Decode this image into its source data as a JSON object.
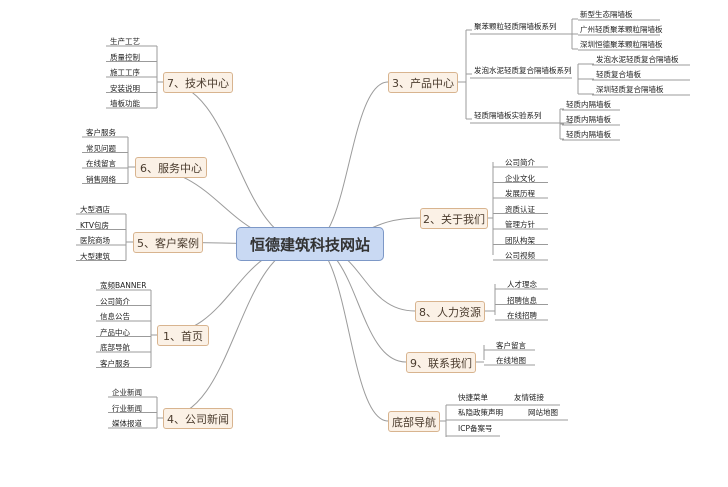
{
  "root": "恒德建筑科技网站",
  "branches": {
    "products": {
      "label": "3、产品中心",
      "groups": [
        {
          "label": "聚苯颗粒轻质隔墙板系列",
          "items": [
            "新型生态隔墙板",
            "广州轻质聚苯颗粒隔墙板",
            "深圳恒德聚苯颗粒隔墙板"
          ]
        },
        {
          "label": "发泡水泥轻质复合隔墙板系列",
          "items": [
            "发泡水泥轻质复合隔墙板",
            "轻质复合墙板",
            "深圳轻质复合隔墙板"
          ]
        },
        {
          "label": "轻质隔墙板实验系列",
          "items": [
            "轻质内隔墙板",
            "轻质内隔墙板",
            "轻质内隔墙板"
          ]
        }
      ]
    },
    "about": {
      "label": "2、关于我们",
      "items": [
        "公司简介",
        "企业文化",
        "发展历程",
        "资质认证",
        "管理方针",
        "团队构架",
        "公司视频"
      ]
    },
    "hr": {
      "label": "8、人力资源",
      "items": [
        "人才理念",
        "招聘信息",
        "在线招聘"
      ]
    },
    "contact": {
      "label": "9、联系我们",
      "items": [
        "客户留言",
        "在线地图"
      ]
    },
    "footer": {
      "label": "底部导航",
      "items": [
        "快捷菜单",
        "友情链接",
        "私隐政策声明",
        "网站地图",
        "ICP备案号"
      ]
    },
    "tech": {
      "label": "7、技术中心",
      "items": [
        "生产工艺",
        "质量控制",
        "施工工序",
        "安装说明",
        "墙板功能"
      ]
    },
    "service": {
      "label": "6、服务中心",
      "items": [
        "客户服务",
        "常见问题",
        "在线留言",
        "销售网络"
      ]
    },
    "cases": {
      "label": "5、客户案例",
      "items": [
        "大型酒店",
        "KTV包房",
        "医院商场",
        "大型建筑"
      ]
    },
    "home": {
      "label": "1、首页",
      "items": [
        "宽频BANNER",
        "公司简介",
        "信息公告",
        "产品中心",
        "底部导航",
        "客户服务"
      ]
    },
    "news": {
      "label": "4、公司新闻",
      "items": [
        "企业新闻",
        "行业新闻",
        "媒体报道"
      ]
    }
  },
  "colors": {
    "curve": "#9b9b9b",
    "branchBorder": "#d8b48f",
    "branchFill": "#fbf1e6",
    "rootFill": "#c9d9f3",
    "rootBorder": "#7d98c7"
  }
}
